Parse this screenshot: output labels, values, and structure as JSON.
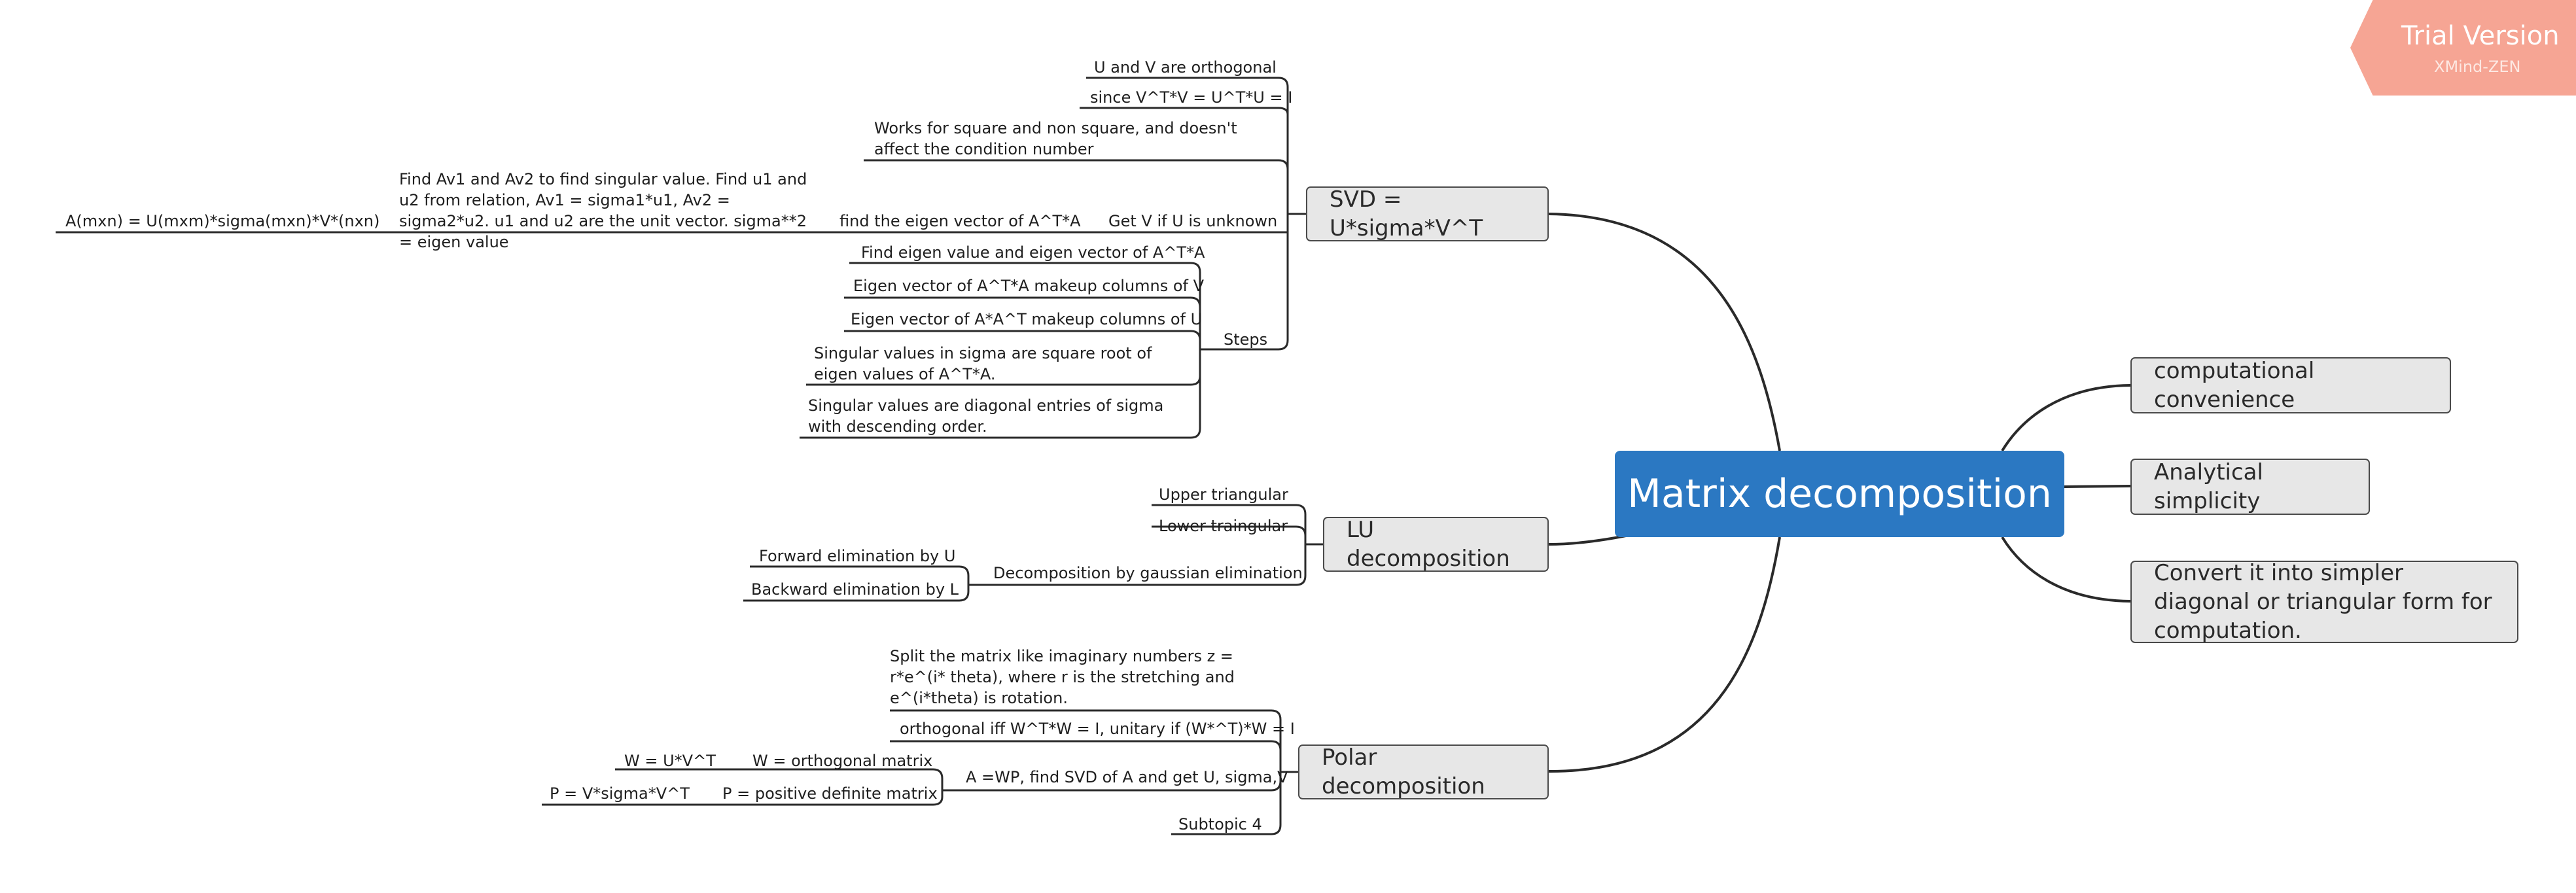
{
  "central": "Matrix decomposition",
  "right_topics": {
    "computational": "computational convenience",
    "analytical": "Analytical simplicity",
    "convert": "Convert it into simpler diagonal or triangular form for computation."
  },
  "svd": {
    "title": "SVD = U*sigma*V^T",
    "orthogonal": "U and V are orthogonal",
    "since": "since V^T*V = U^T*U = I",
    "works": "Works for square and non square, and doesn't affect the condition number",
    "get_v": "Get V if U is unknown",
    "find_eigen": "find the eigen vector of A^T*A",
    "find_av": "Find Av1 and Av2 to find singular value. Find u1 and u2 from relation, Av1 = sigma1*u1, Av2 = sigma2*u2. u1 and u2 are the unit vector. sigma**2 = eigen value",
    "formula": "A(mxn) = U(mxm)*sigma(mxn)*V*(nxn)",
    "steps": "Steps",
    "step1": "Find eigen value and eigen vector of A^T*A",
    "step2": "Eigen vector of A^T*A makeup columns of V",
    "step3": "Eigen vector of A*A^T makeup columns of U",
    "step4": "Singular values in sigma are square root of eigen values of A^T*A.",
    "step5": "Singular values are diagonal entries of sigma with descending order."
  },
  "lu": {
    "title": "LU decomposition",
    "upper": "Upper triangular",
    "lower": "Lower traingular",
    "gaussian": "Decomposition by gaussian elimination",
    "forward": "Forward elimination by U",
    "backward": "Backward elimination by L"
  },
  "polar": {
    "title": "Polar decomposition",
    "split": "Split the matrix like imaginary numbers z = r*e^(i* theta), where r is the stretching and e^(i*theta) is rotation.",
    "orth_iff": "orthogonal iff W^T*W = I, unitary if  (W*^T)*W = I",
    "awp": "A =WP, find SVD of A and get U, sigma,V",
    "w_orth": "W = orthogonal matrix",
    "w_eq": "W = U*V^T",
    "p_def": "P = positive definite matrix",
    "p_eq": "P = V*sigma*V^T",
    "subtopic": "Subtopic 4"
  },
  "watermark": {
    "title": "Trial Version",
    "subtitle": "XMind-ZEN"
  }
}
